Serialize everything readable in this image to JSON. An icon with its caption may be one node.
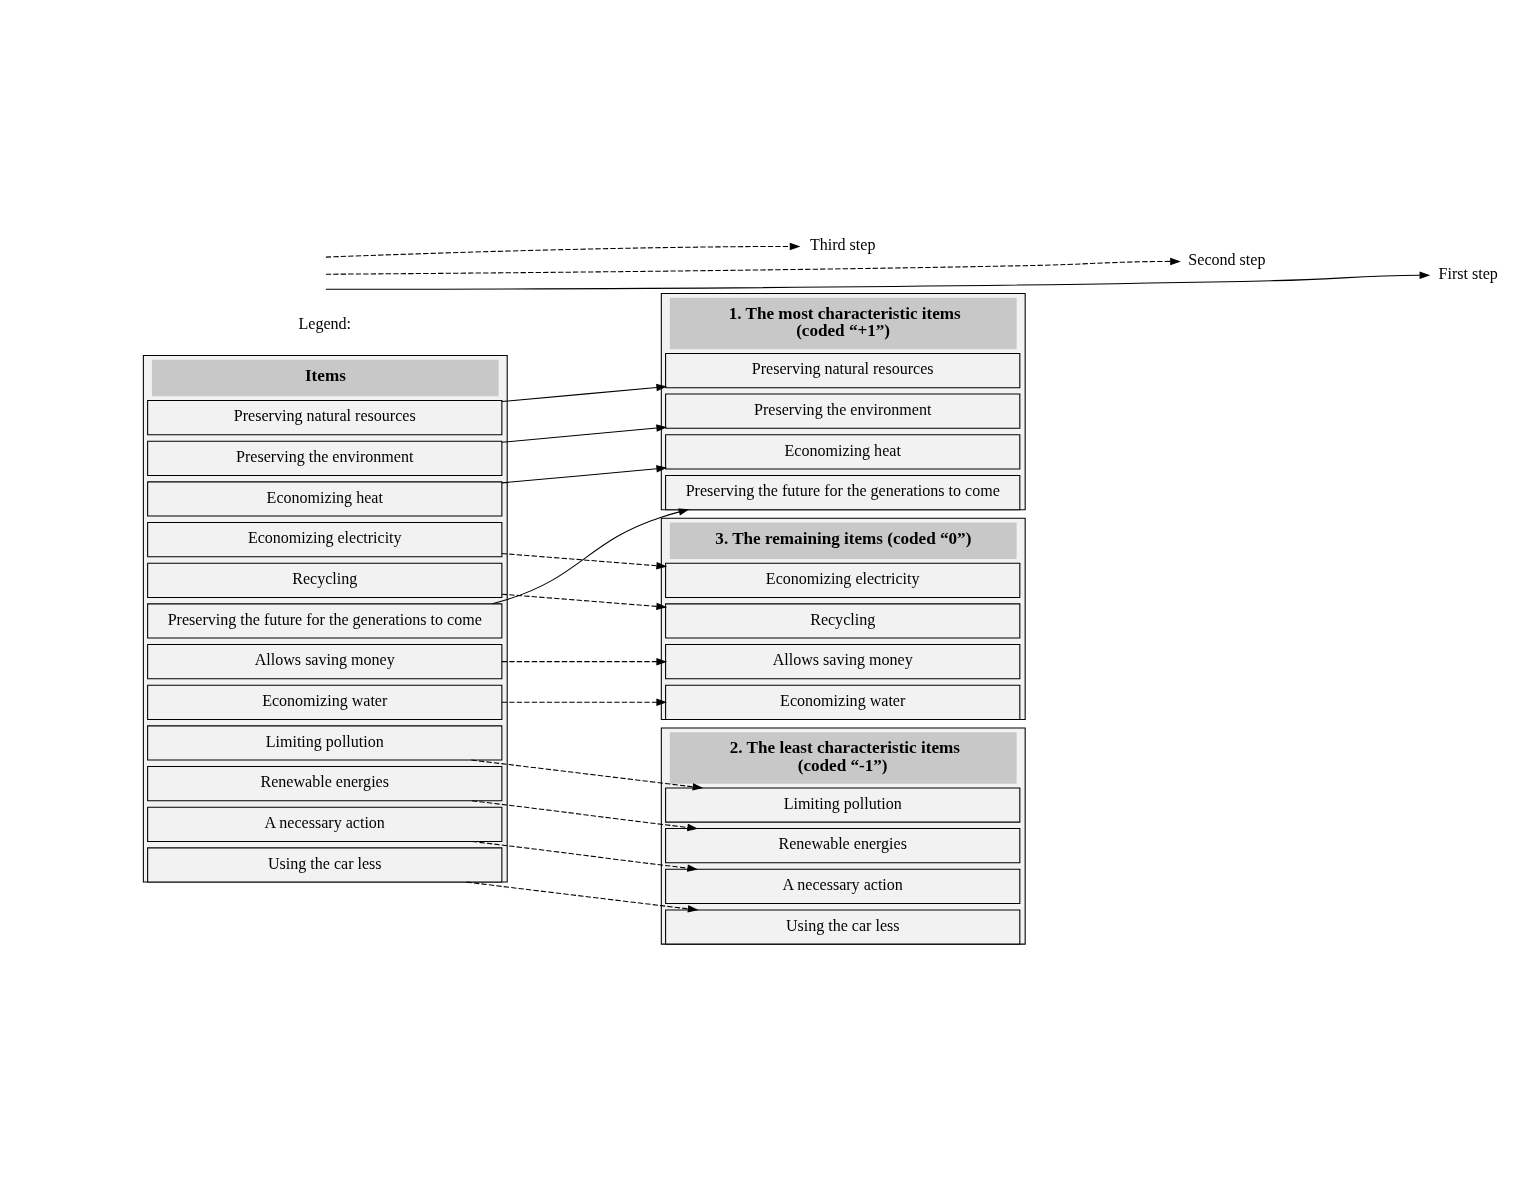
{
  "diagram": {
    "nodes": [
      {
        "text": [
          "Items"
        ]
      },
      {
        "text": [
          "Preserving natural resources"
        ],
        "in": 0
      },
      {
        "text": [
          "Preserving the environment"
        ],
        "in": 0
      },
      {
        "text": [
          "Economizing electricity"
        ],
        "in": 0
      },
      {
        "text": [
          "Recycling"
        ],
        "in": 0
      },
      {
        "text": [
          "Limiting pollution"
        ],
        "in": 0
      },
      {
        "text": [
          "Economizing heat"
        ],
        "in": 0
      },
      {
        "text": [
          "Renewable energies"
        ],
        "in": 0
      },
      {
        "text": [
          "A necessary action"
        ],
        "in": 0
      },
      {
        "text": [
          "Allows saving money"
        ],
        "in": 0
      },
      {
        "text": [
          "Using the car less"
        ],
        "in": 0
      },
      {
        "text": [
          "Economizing water"
        ],
        "in": 0
      },
      {
        "text": [
          "Preserving the future for the generations to come"
        ],
        "in": 0
      },
      {
        "text": [
          "1. The most characteristic items (coded “+1”)"
        ]
      },
      {
        "text": [
          "Preserving natural resources"
        ],
        "in": 13
      },
      {
        "text": [
          "Preserving the environment"
        ],
        "in": 13
      },
      {
        "text": [
          "Economizing heat"
        ],
        "in": 13
      },
      {
        "text": [
          "Preserving the future for the generations to come"
        ],
        "in": 13
      },
      {
        "text": [
          "3. The remaining items (coded “0”)"
        ]
      },
      {
        "text": [
          "Economizing electricity"
        ],
        "in": 18
      },
      {
        "text": [
          "Recycling"
        ],
        "in": 18
      },
      {
        "text": [
          "Allows saving money"
        ],
        "in": 18
      },
      {
        "text": [
          "Economizing water"
        ],
        "in": 18
      },
      {
        "text": [
          "2. The least characteristic items (coded “-1”)"
        ]
      },
      {
        "text": [
          "Limiting pollution"
        ],
        "in": 23
      },
      {
        "text": [
          "Renewable energies"
        ],
        "in": 23
      },
      {
        "text": [
          "A necessary action"
        ],
        "in": 23
      },
      {
        "text": [
          "Using the car less"
        ],
        "in": 23
      }
    ],
    "edges": [
      {
        "from": 1,
        "to": 14,
        "arrow": "to"
      },
      {
        "from": 2,
        "to": 15,
        "arrow": "to"
      },
      {
        "from": 3,
        "to": 19,
        "arrow": "to",
        "style": "dashed"
      },
      {
        "from": 4,
        "to": 20,
        "arrow": "to",
        "style": "dashed"
      },
      {
        "from": 5,
        "to": 24,
        "arrow": "to",
        "style": "dashed"
      },
      {
        "from": 6,
        "to": 16,
        "arrow": "to"
      },
      {
        "from": 7,
        "to": 25,
        "arrow": "to",
        "style": "dashed"
      },
      {
        "from": 8,
        "to": 26,
        "arrow": "to",
        "style": "dashed"
      },
      {
        "from": 9,
        "to": 21,
        "arrow": "to",
        "style": "dashed"
      },
      {
        "from": 10,
        "to": 27,
        "arrow": "to",
        "style": "dashed"
      },
      {
        "from": 11,
        "to": 22,
        "arrow": "to",
        "style": "dashed"
      },
      {
        "from": 12,
        "to": 17,
        "arrow": "to"
      }
    ],
    "labels": [
      "Legend:"
    ],
    "legend": [
      {
        "text": "First step"
      },
      {
        "text": "Second step"
      },
      {
        "text": "Third step"
      }
    ]
  }
}
